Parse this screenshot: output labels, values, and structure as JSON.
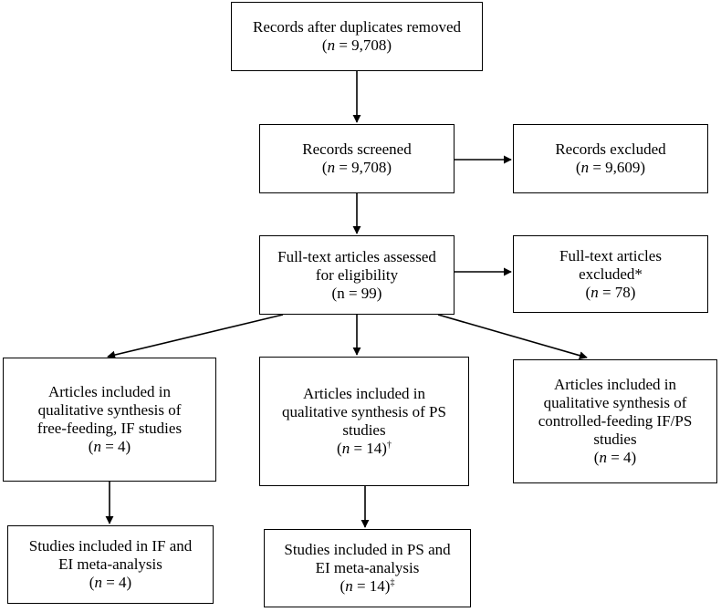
{
  "boxes": {
    "records_after_duplicates": {
      "line1": "Records after duplicates removed",
      "n_symbol": "n",
      "n_value": " = 9,708)"
    },
    "records_screened": {
      "line1": "Records screened",
      "n_symbol": "n",
      "n_value": " = 9,708)"
    },
    "records_excluded": {
      "line1": "Records excluded",
      "n_symbol": "n",
      "n_value": " = 9,609)"
    },
    "fulltext_assessed": {
      "line1": "Full-text articles assessed",
      "line2": "for eligibility",
      "line3": "(n = 99)"
    },
    "fulltext_excluded": {
      "line1": "Full-text articles",
      "line2": "excluded*",
      "n_symbol": "n",
      "n_value": " = 78)"
    },
    "if_qualitative": {
      "line1": "Articles included in",
      "line2": "qualitative synthesis of",
      "line3": "free-feeding, IF studies",
      "n_symbol": "n",
      "n_value": " = 4)"
    },
    "ps_qualitative": {
      "line1": "Articles included in",
      "line2": "qualitative synthesis of PS",
      "line3": "studies",
      "n_symbol": "n",
      "n_value": " = 14)",
      "mark": "†"
    },
    "controlled_qualitative": {
      "line1": "Articles included in",
      "line2": "qualitative synthesis of",
      "line3": "controlled-feeding IF/PS",
      "line4": "studies",
      "n_symbol": "n",
      "n_value": " = 4)"
    },
    "if_meta": {
      "line1": "Studies included in IF and",
      "line2": "EI meta-analysis",
      "n_symbol": "n",
      "n_value": " = 4)"
    },
    "ps_meta": {
      "line1": "Studies included in PS and",
      "line2": "EI meta-analysis",
      "n_symbol": "n",
      "n_value": " = 14)",
      "mark": "‡"
    }
  }
}
